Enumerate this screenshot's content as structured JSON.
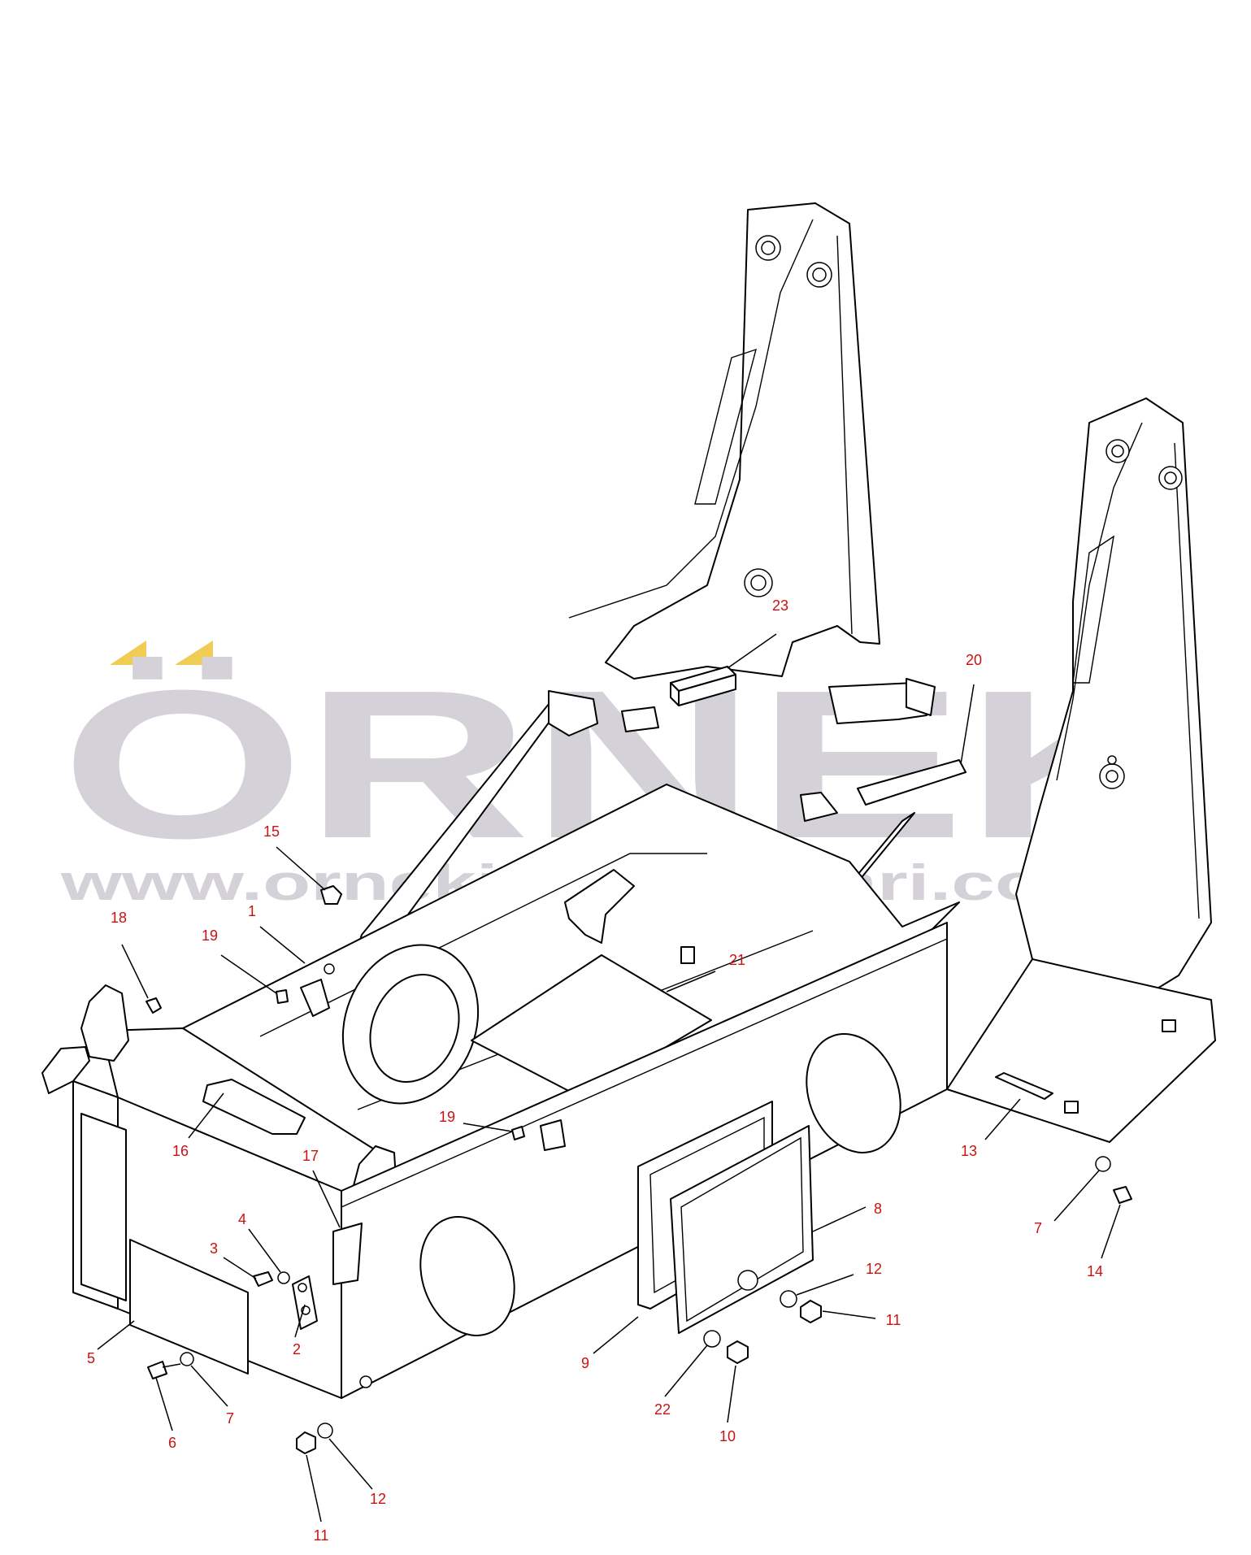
{
  "watermark": {
    "logo_text": "ÖRNEK",
    "url_text": "www.ornekismakinalari.com.tr",
    "logo_color": "#d4d1d8",
    "accent_color": "#f0cc55"
  },
  "colors": {
    "callout": "#cc1111",
    "line": "#000000"
  },
  "callouts": [
    {
      "num": "1"
    },
    {
      "num": "2"
    },
    {
      "num": "3"
    },
    {
      "num": "4"
    },
    {
      "num": "5"
    },
    {
      "num": "6"
    },
    {
      "num": "7"
    },
    {
      "num": "7"
    },
    {
      "num": "8"
    },
    {
      "num": "9"
    },
    {
      "num": "10"
    },
    {
      "num": "11"
    },
    {
      "num": "11"
    },
    {
      "num": "12"
    },
    {
      "num": "12"
    },
    {
      "num": "13"
    },
    {
      "num": "14"
    },
    {
      "num": "15"
    },
    {
      "num": "16"
    },
    {
      "num": "17"
    },
    {
      "num": "18"
    },
    {
      "num": "19"
    },
    {
      "num": "19"
    },
    {
      "num": "20"
    },
    {
      "num": "21"
    },
    {
      "num": "22"
    },
    {
      "num": "23"
    }
  ]
}
